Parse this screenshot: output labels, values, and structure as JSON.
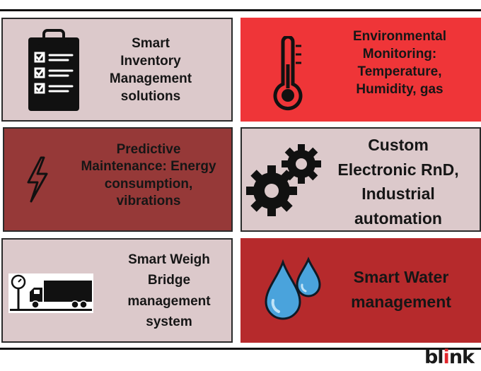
{
  "colors": {
    "pale": "#dcc9cb",
    "bright_red": "#ef3538",
    "dark_red": "#963938",
    "water_red": "#b62a2c",
    "border": "#2a2a2a"
  },
  "tiles": [
    {
      "lines": [
        "Smart",
        "Inventory",
        "Management",
        "solutions"
      ],
      "icon": "clipboard-checklist-icon"
    },
    {
      "lines": [
        "Environmental",
        "Monitoring:",
        "Temperature,",
        "Humidity, gas"
      ],
      "icon": "thermometer-icon"
    },
    {
      "lines": [
        "Predictive",
        "Maintenance: Energy",
        "consumption,",
        "vibrations"
      ],
      "icon": "lightning-bolt-icon"
    },
    {
      "lines": [
        "Custom",
        "Electronic RnD,",
        "Industrial",
        "automation"
      ],
      "icon": "gears-icon"
    },
    {
      "lines": [
        "Smart Weigh",
        "Bridge",
        "management",
        "system"
      ],
      "icon": "truck-scale-icon"
    },
    {
      "lines": [
        "Smart Water",
        "management"
      ],
      "icon": "water-drops-icon"
    }
  ],
  "brand": {
    "b": "bl",
    "i": "i",
    "nk": "nk"
  }
}
